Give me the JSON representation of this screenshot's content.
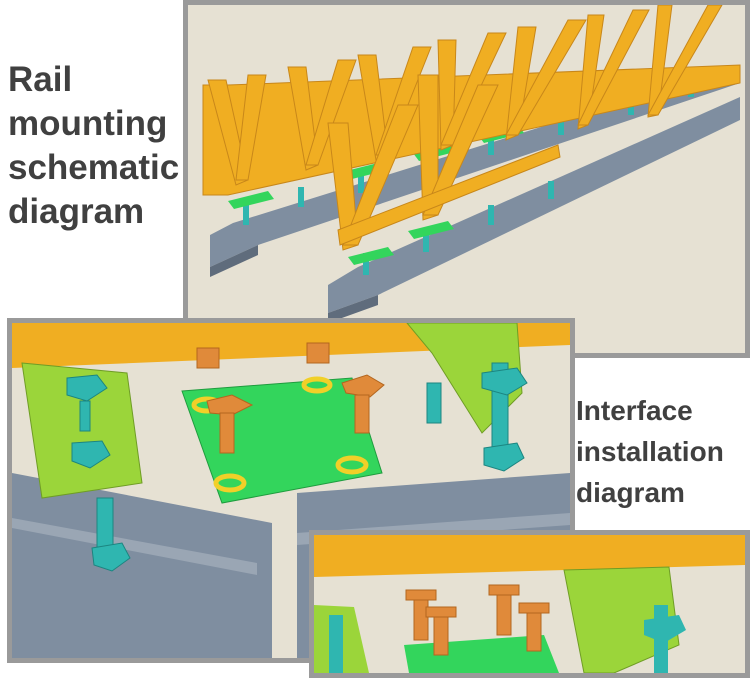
{
  "labels": {
    "rail_mounting": [
      "Rail",
      "mounting",
      "schematic",
      "diagram"
    ],
    "interface_installation": [
      "Interface",
      "installation",
      "diagram"
    ]
  },
  "colors": {
    "background": "#ffffff",
    "panel_border": "#9a9a9a",
    "panel_fill": "#e6e1d3",
    "truss_yellow": "#f0ae22",
    "rail_gray": "#7f8ea0",
    "plate_green": "#33d55c",
    "bracket_green": "#9bd53a",
    "bolt_orange": "#e08a3a",
    "bolt_teal": "#2fb6b0",
    "label_text": "#404040"
  }
}
